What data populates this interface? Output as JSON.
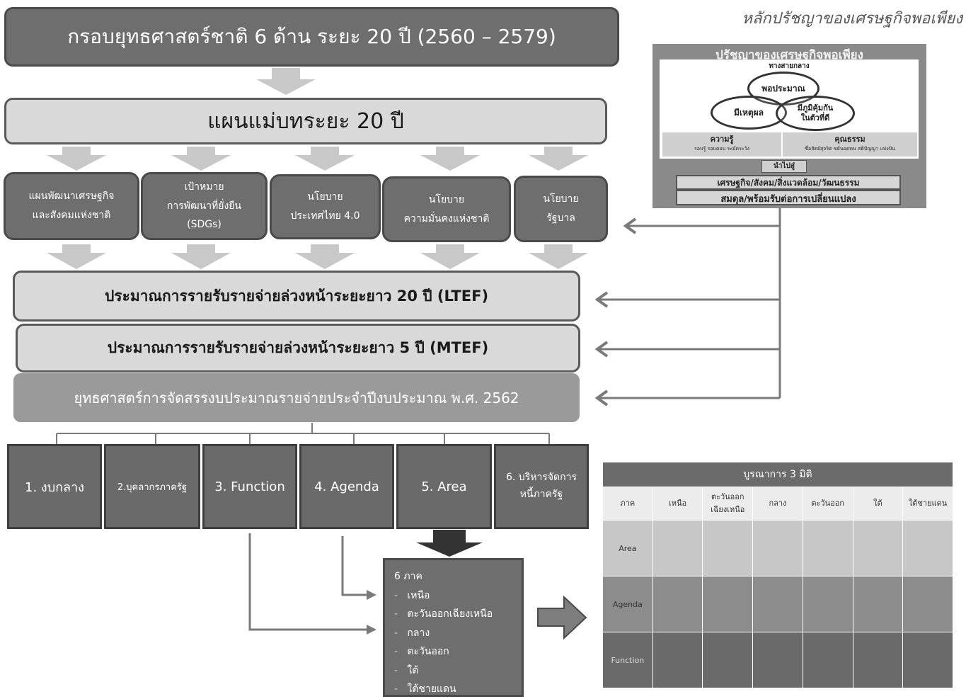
{
  "top_title": "กรอบยุทธศาสตร์ชาติ 6 ด้าน ระยะ 20 ปี (2560 – 2579)",
  "master_plan": "แผนแม่บทระยะ 20 ปี",
  "policies": [
    {
      "line1": "แผนพัฒนาเศรษฐกิจ",
      "line2": "และสังคมแห่งชาติ",
      "line3": ""
    },
    {
      "line1": "เป้าหมาย",
      "line2": "การพัฒนาที่ยั่งยืน",
      "line3": "(SDGs)"
    },
    {
      "line1": "นโยบาย",
      "line2": "ประเทศไทย 4.0",
      "line3": ""
    },
    {
      "line1": "นโยบาย",
      "line2": "ความมั่นคงแห่งชาติ",
      "line3": ""
    },
    {
      "line1": "นโยบาย",
      "line2": "รัฐบาล",
      "line3": ""
    }
  ],
  "ltef": "ประมาณการรายรับรายจ่ายล่วงหน้าระยะยาว 20 ปี (LTEF)",
  "mtef": "ประมาณการรายรับรายจ่ายล่วงหน้าระยะยาว 5 ปี (MTEF)",
  "strategy": "ยุทธศาสตร์การจัดสรรงบประมาณรายจ่ายประจำปีงบประมาณ พ.ศ. 2562",
  "categories": [
    {
      "line1": "1. งบกลาง",
      "line2": ""
    },
    {
      "line1": "2.บุคลากรภาครัฐ",
      "line2": ""
    },
    {
      "line1": "3. Function",
      "line2": ""
    },
    {
      "line1": "4. Agenda",
      "line2": ""
    },
    {
      "line1": "5. Area",
      "line2": ""
    },
    {
      "line1": "6. บริหารจัดการ",
      "line2": "หนี้ภาครัฐ"
    }
  ],
  "regions": {
    "title": "6 ภาค",
    "items": [
      "เหนือ",
      "ตะวันออกเฉียงเหนือ",
      "กลาง",
      "ตะวันออก",
      "ใต้",
      "ใต้ชายแดน"
    ]
  },
  "sufficiency": {
    "caption": "หลักปรัชญาของเศรษฐกิจพอเพียง",
    "panel_title": "ปรัชญาของเศรษฐกิจพอเพียง",
    "middle_path": "ทางสายกลาง",
    "moderation": "พอประมาณ",
    "reasonable": "มีเหตุผล",
    "immunity_1": "มีภูมิคุ้มกัน",
    "immunity_2": "ในตัวที่ดี",
    "knowledge": "ความรู้",
    "knowledge_sub": "รอบรู้ รอบคอบ ระมัดระวัง",
    "morality": "คุณธรรม",
    "morality_sub": "ซื่อสัตย์สุจริต ขยันอดทน สติปัญญา แบ่งปัน",
    "leads_to": "นำไปสู่",
    "dimensions": "เศรษฐกิจ/สังคม/สิ่งแวดล้อม/วัฒนธรรม",
    "balance": "สมดุล/พร้อมรับต่อการเปลี่ยนแปลง"
  },
  "matrix": {
    "title": "บูรณาการ 3 มิติ",
    "header": [
      "ภาค",
      "เหนือ",
      "ตะวันออก",
      "กลาง",
      "ตะวันออก",
      "ใต้",
      "ใต้ชายแดน"
    ],
    "header_ne_line2": "เฉียงเหนือ",
    "rows": [
      "Area",
      "Agenda",
      "Function"
    ]
  },
  "colors": {
    "dark": "#6e6e6e",
    "light": "#d9d9d9",
    "arrow": "#c8c8c8",
    "connector": "#7a7a7a"
  }
}
